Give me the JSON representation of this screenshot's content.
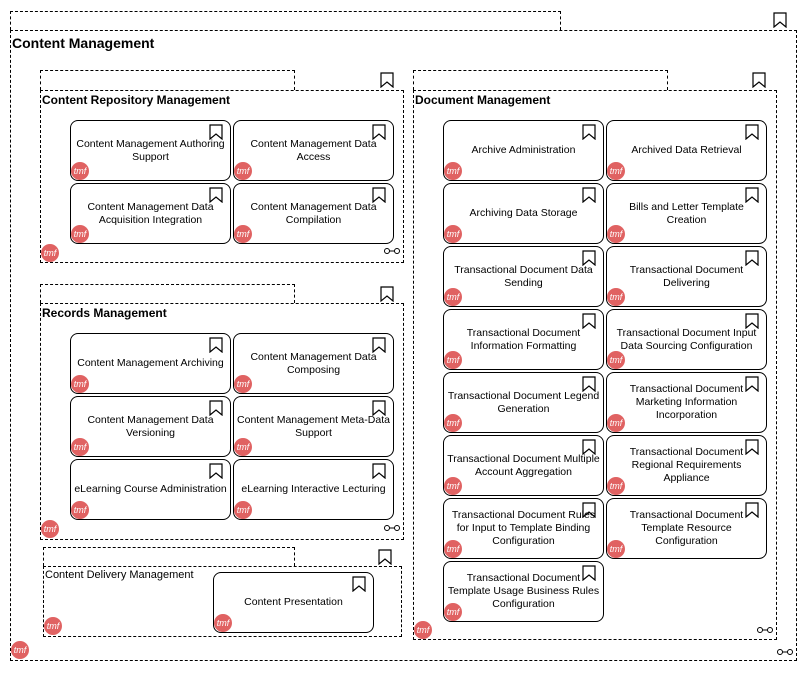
{
  "badge": "tmf",
  "main": {
    "title": "Content Management"
  },
  "repository": {
    "title": "Content Repository Management",
    "items": [
      "Content Management Authoring Support",
      "Content Management Data Access",
      "Content Management Data Acquisition Integration",
      "Content Management Data Compilation"
    ]
  },
  "records": {
    "title": "Records Management",
    "items": [
      "Content Management Archiving",
      "Content Management Data Composing",
      "Content Management Data Versioning",
      "Content Management Meta-Data Support",
      "eLearning Course Administration",
      "eLearning Interactive Lecturing"
    ]
  },
  "delivery": {
    "title": "Content Delivery Management",
    "items": [
      "Content Presentation"
    ]
  },
  "document": {
    "title": "Document Management",
    "items": [
      "Archive Administration",
      "Archived Data Retrieval",
      "Archiving Data Storage",
      "Bills and Letter Template Creation",
      "Transactional Document Data Sending",
      "Transactional Document Delivering",
      "Transactional Document Information Formatting",
      "Transactional Document Input Data Sourcing Configuration",
      "Transactional Document Legend Generation",
      "Transactional Document Marketing Information Incorporation",
      "Transactional Document Multiple Account Aggregation",
      "Transactional Document Regional Requirements Appliance",
      "Transactional Document Rules for Input to Template Binding Configuration",
      "Transactional Document Template Resource Configuration",
      "Transactional Document Template Usage Business Rules Configuration"
    ]
  }
}
